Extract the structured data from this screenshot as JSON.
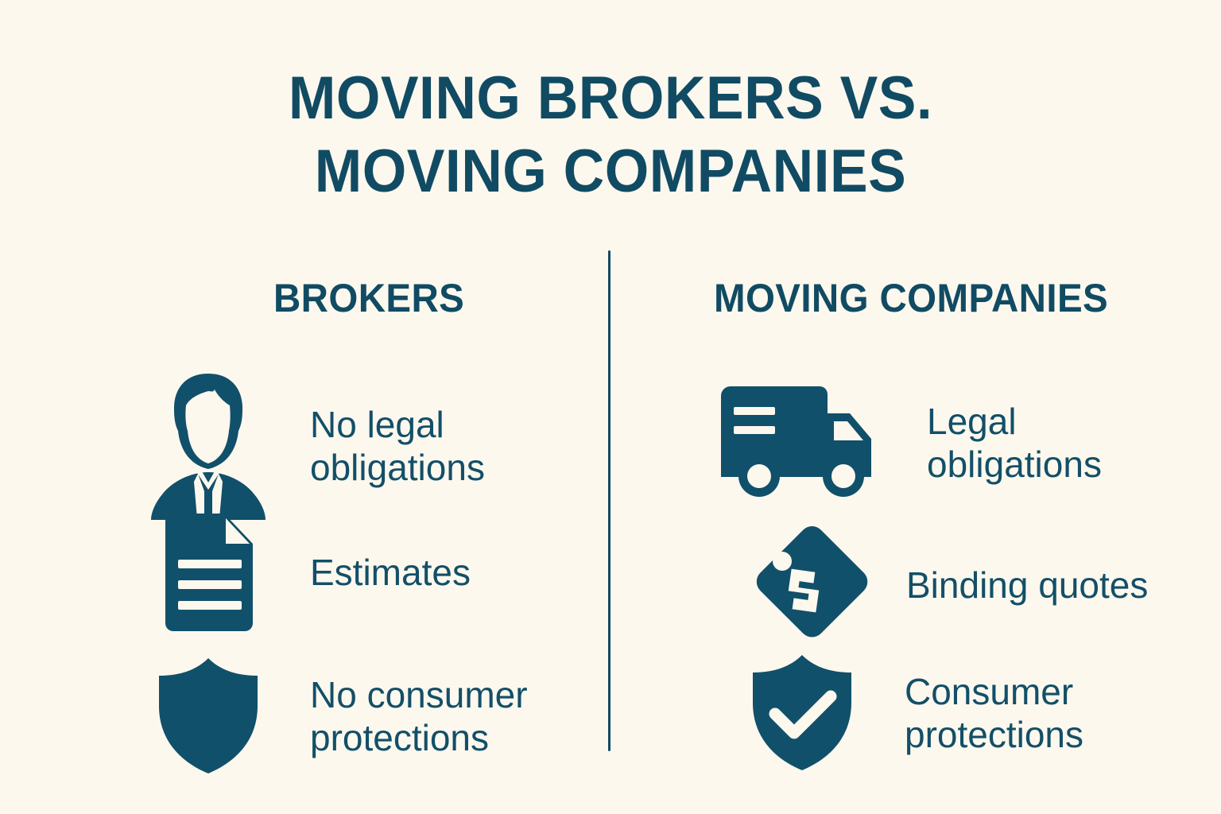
{
  "theme": {
    "background": "#FCF8EE",
    "accent": "#114B63",
    "icon_fill": "#11506A",
    "icon_knockout": "#FCF8EE"
  },
  "title": {
    "line1": "MOVING BROKERS VS.",
    "line2": "MOVING COMPANIES"
  },
  "columns": [
    {
      "id": "brokers",
      "heading": "BROKERS",
      "rows": [
        {
          "icon": "businessman-icon",
          "label_line1": "No legal",
          "label_line2": "obligations"
        },
        {
          "icon": "document-icon",
          "label_line1": "Estimates",
          "label_line2": ""
        },
        {
          "icon": "shield-icon",
          "label_line1": "No consumer",
          "label_line2": "protections"
        }
      ]
    },
    {
      "id": "moving-companies",
      "heading": "MOVING COMPANIES",
      "rows": [
        {
          "icon": "moving-truck-icon",
          "label_line1": "Legal",
          "label_line2": "obligations"
        },
        {
          "icon": "price-tag-icon",
          "label_line1": "Binding quotes",
          "label_line2": ""
        },
        {
          "icon": "shield-check-icon",
          "label_line1": "Consumer",
          "label_line2": "protections"
        }
      ]
    }
  ]
}
